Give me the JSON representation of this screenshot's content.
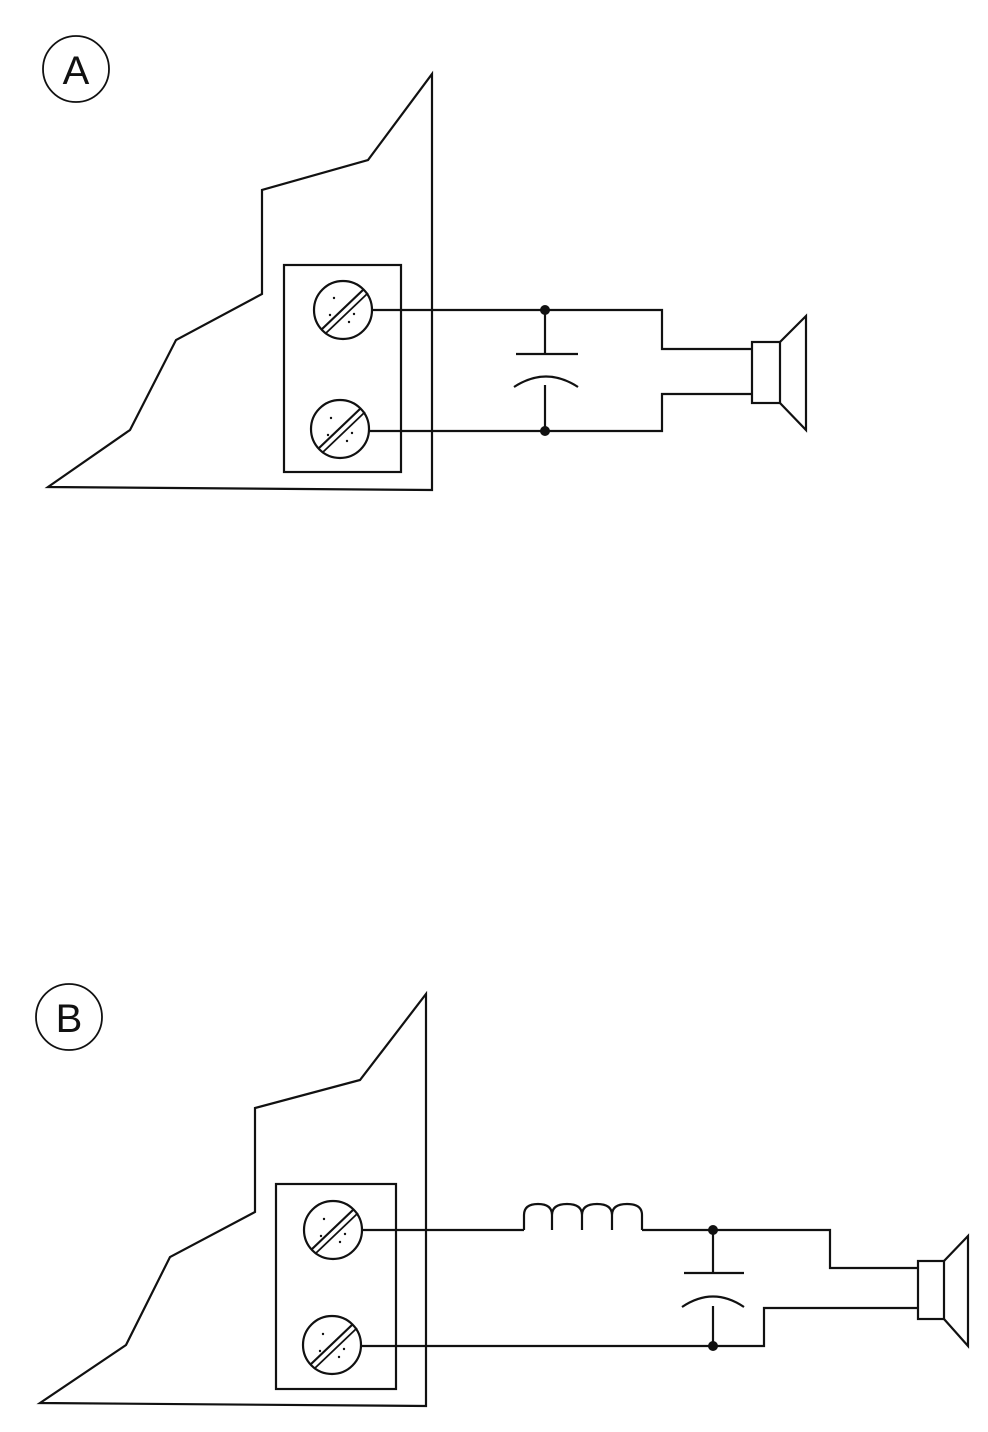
{
  "figures": [
    {
      "label": "A",
      "network": "capacitor"
    },
    {
      "label": "B",
      "network": "inductor-capacitor"
    }
  ],
  "colors": {
    "ink": "#111111",
    "background": "#ffffff"
  },
  "icons": {
    "terminal": "screw-terminal-icon",
    "capacitor": "capacitor-icon",
    "inductor": "inductor-coil-icon",
    "speaker": "speaker-icon"
  }
}
